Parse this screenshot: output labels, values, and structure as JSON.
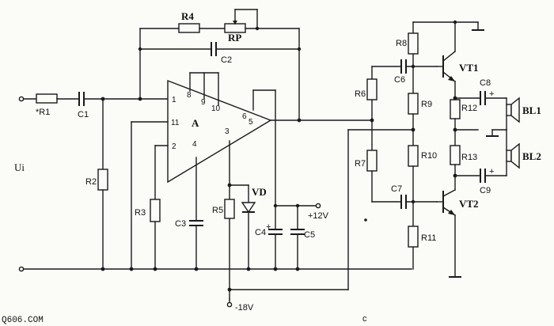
{
  "input": {
    "label": "Ui"
  },
  "components": {
    "R1": "*R1",
    "C1": "C1",
    "R2": "R2",
    "R3": "R3",
    "C2": "C2",
    "R4": "R4",
    "RP": "RP",
    "C3": "C3",
    "R5": "R5",
    "VD": "VD",
    "C4": "C4",
    "C5": "C5",
    "R6": "R6",
    "R7": "R7",
    "C6": "C6",
    "C7": "C7",
    "R8": "R8",
    "R9": "R9",
    "R10": "R10",
    "R11": "R11",
    "R12": "R12",
    "R13": "R13",
    "C8": "C8",
    "C9": "C9",
    "VT1": "VT1",
    "VT2": "VT2",
    "BL1": "BL1",
    "BL2": "BL2"
  },
  "amplifier": {
    "name": "A",
    "pins": {
      "p1": "1",
      "p2": "2",
      "p3": "3",
      "p4": "4",
      "p5": "5",
      "p6": "6",
      "p8": "8",
      "p9": "9",
      "p10": "10",
      "p11": "11"
    }
  },
  "supply": {
    "positive": "+12V",
    "negative": "-18V"
  },
  "polarity": {
    "plus": "+"
  },
  "watermark": "Q606.COM",
  "stray_mark": "c"
}
